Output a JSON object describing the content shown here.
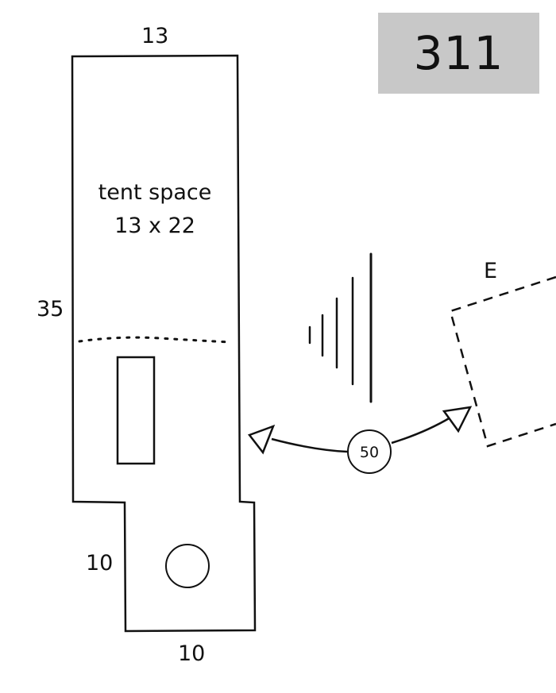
{
  "site_number": "311",
  "dimensions": {
    "top_width": "13",
    "total_height": "35",
    "pad_height": "10",
    "pad_width": "10"
  },
  "tent_space": {
    "label": "tent space",
    "size": "13 x 22"
  },
  "neighbor": {
    "label": "E"
  },
  "distance": "50",
  "colors": {
    "ink": "#111111",
    "badge_background": "#c8c8c8",
    "paper": "#ffffff"
  },
  "icons": [
    "campfire-ring-icon",
    "double-arrow-icon",
    "parking-spur-icon"
  ]
}
